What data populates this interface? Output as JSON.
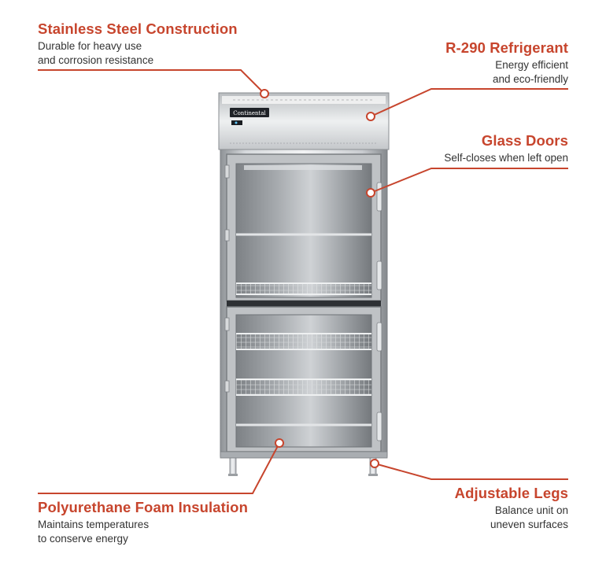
{
  "colors": {
    "accent": "#c7452d",
    "body_text": "#333333",
    "steel_light": "#e4e6e8",
    "steel_dark": "#8e9296"
  },
  "features": {
    "stainless": {
      "title": "Stainless Steel Construction",
      "desc_line1": "Durable for heavy use",
      "desc_line2": "and corrosion resistance"
    },
    "refrigerant": {
      "title": "R-290 Refrigerant",
      "desc_line1": "Energy efficient",
      "desc_line2": "and eco-friendly"
    },
    "glass": {
      "title": "Glass Doors",
      "desc_line1": "Self-closes when left open"
    },
    "foam": {
      "title": "Polyurethane Foam Insulation",
      "desc_line1": "Maintains temperatures",
      "desc_line2": "to conserve energy"
    },
    "legs": {
      "title": "Adjustable Legs",
      "desc_line1": "Balance unit on",
      "desc_line2": "uneven surfaces"
    }
  },
  "product": {
    "brand_logo_text": "Continental"
  }
}
